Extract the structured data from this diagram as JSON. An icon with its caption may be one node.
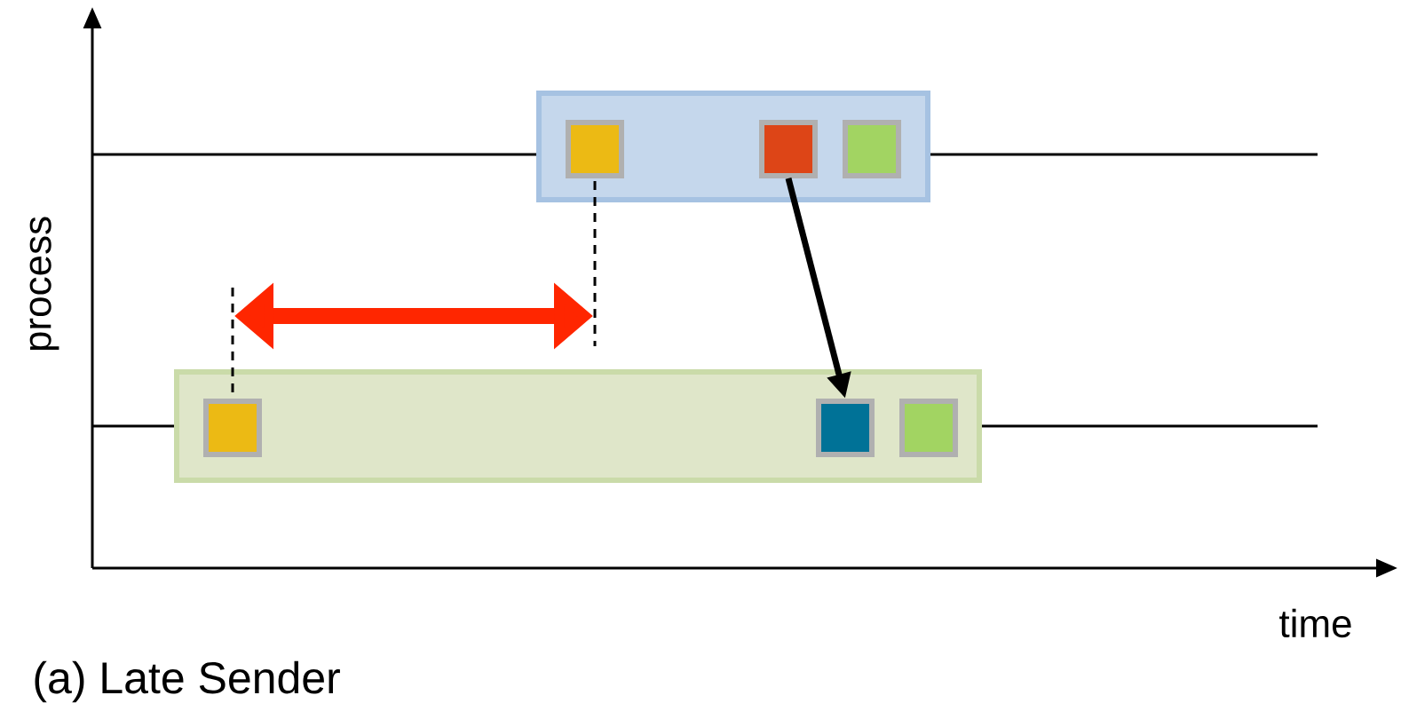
{
  "diagram": {
    "caption": "(a) Late Sender",
    "nodes": [
      {
        "text": [],
        "shape": "box"
      },
      {
        "text": [],
        "shape": "box",
        "in": 0
      },
      {
        "text": [],
        "shape": "box",
        "in": 0
      },
      {
        "text": [],
        "shape": "box",
        "in": 0
      },
      {
        "text": [],
        "shape": "box"
      },
      {
        "text": [],
        "shape": "box",
        "in": 4
      },
      {
        "text": [],
        "shape": "box",
        "in": 4
      },
      {
        "text": [],
        "shape": "box",
        "in": 4
      }
    ],
    "edges": [
      {
        "from": 2,
        "to": 6,
        "arrow": "to"
      }
    ],
    "labels": [
      "process",
      "time"
    ]
  }
}
